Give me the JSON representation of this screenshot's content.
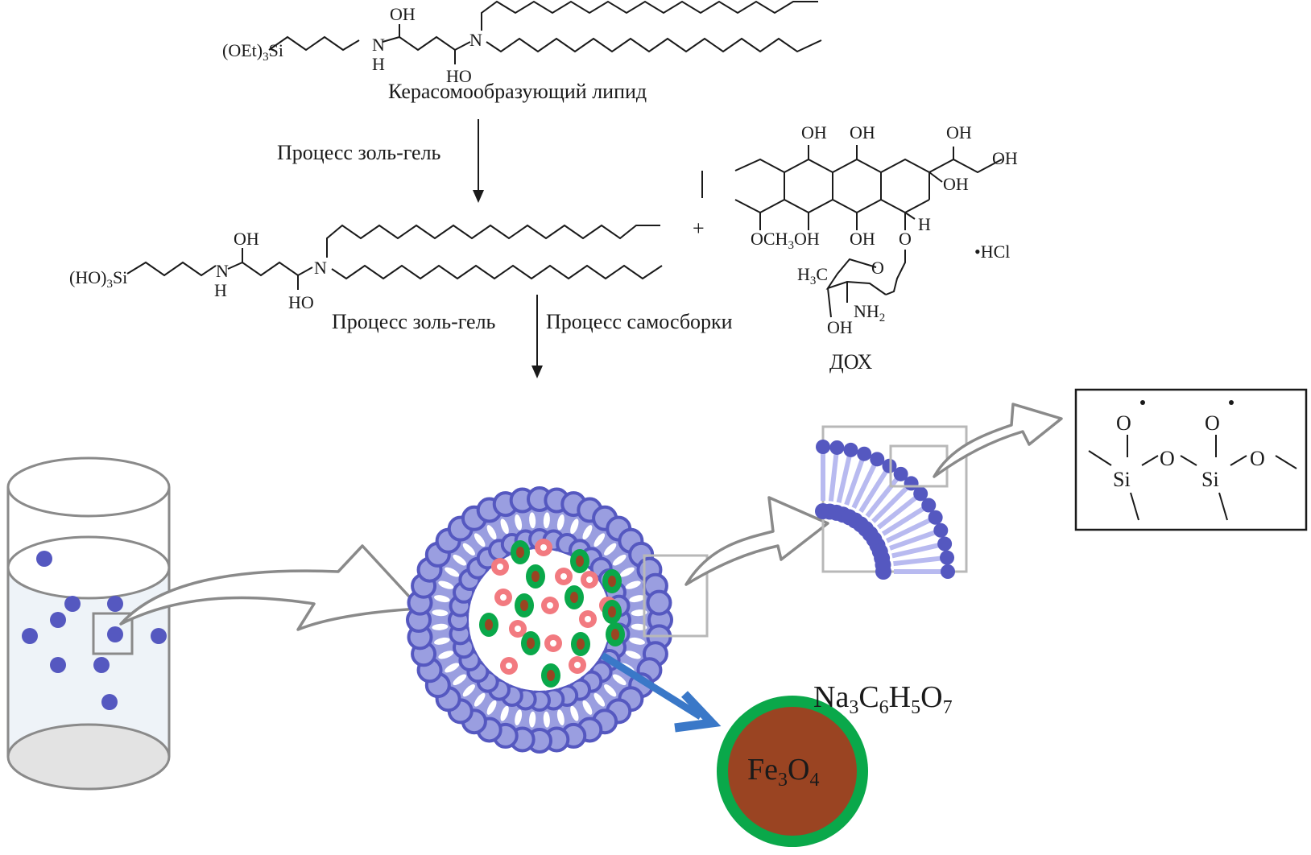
{
  "lipid_precursor": {
    "silane_group": "(OEt)3Si",
    "silane_prefix": "(OEt)",
    "silane_sub": "3",
    "silane_suffix": "Si",
    "amine_n": "N",
    "amine_h": "H",
    "hydroxyl_top": "OH",
    "hydroxyl_bottom": "HO",
    "tertiary_n": "N",
    "caption": "Керасомообразующий липид"
  },
  "step1": {
    "label": "Процесс золь-гель"
  },
  "lipid_hydrolyzed": {
    "silane_prefix": "(HO)",
    "silane_sub": "3",
    "silane_suffix": "Si",
    "amine_n": "N",
    "amine_h": "H",
    "hydroxyl_top": "OH",
    "hydroxyl_bottom": "HO",
    "tertiary_n": "N"
  },
  "plus_sign": "+",
  "dox": {
    "caption": "ДОХ",
    "oh_1": "OH",
    "oh_2": "OH",
    "oh_3": "OH",
    "oh_4": "OH",
    "oh_5": "OH",
    "oh_6": "OH",
    "oh_7": "OH",
    "och3": "OCH",
    "och3_sub": "3",
    "h_label": "H",
    "o_glyco": "O",
    "ring_o": "O",
    "h3c_prefix": "H",
    "h3c_sub": "3",
    "h3c_suffix": "C",
    "nh2_prefix": "NH",
    "nh2_sub": "2",
    "hcl": "•HCl"
  },
  "step2": {
    "label_left": "Процесс золь-гель",
    "label_right": "Процесс самосборки"
  },
  "siloxane": {
    "o_radical_1": "O",
    "o_radical_2": "O",
    "si_1": "Si",
    "si_2": "Si",
    "bridge_o": "O",
    "terminal_o": "O"
  },
  "nanoparticle": {
    "core_prefix": "Fe",
    "core_sub1": "3",
    "core_mid": "O",
    "core_sub2": "4",
    "shell_na": "Na",
    "shell_sub1": "3",
    "shell_c": "C",
    "shell_sub2": "6",
    "shell_h": "H",
    "shell_sub3": "5",
    "shell_o": "O",
    "shell_sub4": "7"
  },
  "colors": {
    "lipid_blue": "#5558c0",
    "lipid_light": "#9a9ee0",
    "drug_red": "#e8404a",
    "np_green": "#0aa84a",
    "np_brown": "#9a4422",
    "pointer_blue": "#3a78c8",
    "outline_gray": "#8a8a8a"
  }
}
